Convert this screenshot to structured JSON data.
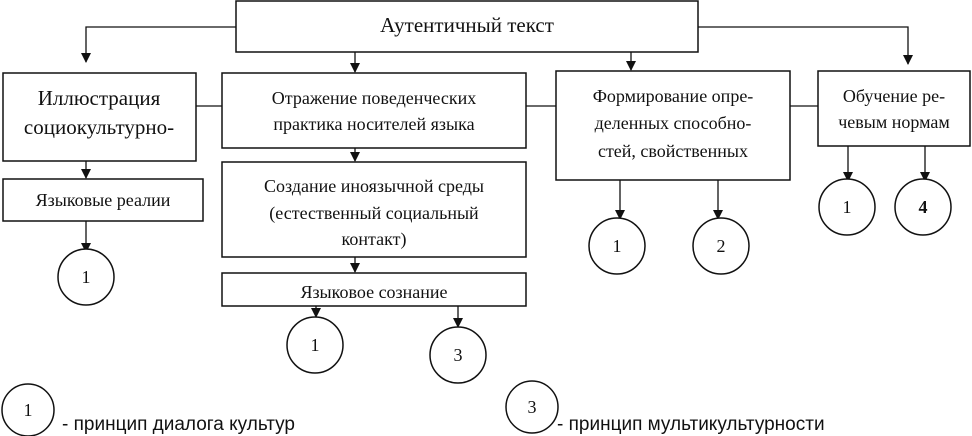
{
  "boxes": {
    "top": "Аутентичный текст",
    "illustration": [
      "Иллюстрация",
      "социокультурно-"
    ],
    "lang_realia": "Языковые реалии",
    "reflection": [
      "Отражение поведенческих",
      "практика носителей языка"
    ],
    "env": [
      "Создание иноязычной среды",
      "(естественный социальный",
      "контакт)"
    ],
    "consciousness": "Языковое сознание",
    "formation": [
      "Формирование опре-",
      "деленных способно-",
      "стей, свойственных"
    ],
    "teaching": [
      "Обучение ре-",
      "чевым нормам"
    ]
  },
  "circles": {
    "c_realia": "1",
    "c_cons_1": "1",
    "c_cons_3": "3",
    "c_form_1": "1",
    "c_form_2": "2",
    "c_teach_1": "1",
    "c_teach_4": "4"
  },
  "legend": [
    {
      "number": "1",
      "text": "- принцип диалога культур"
    },
    {
      "number": "3",
      "text": "- принцип мультикультурности"
    }
  ]
}
